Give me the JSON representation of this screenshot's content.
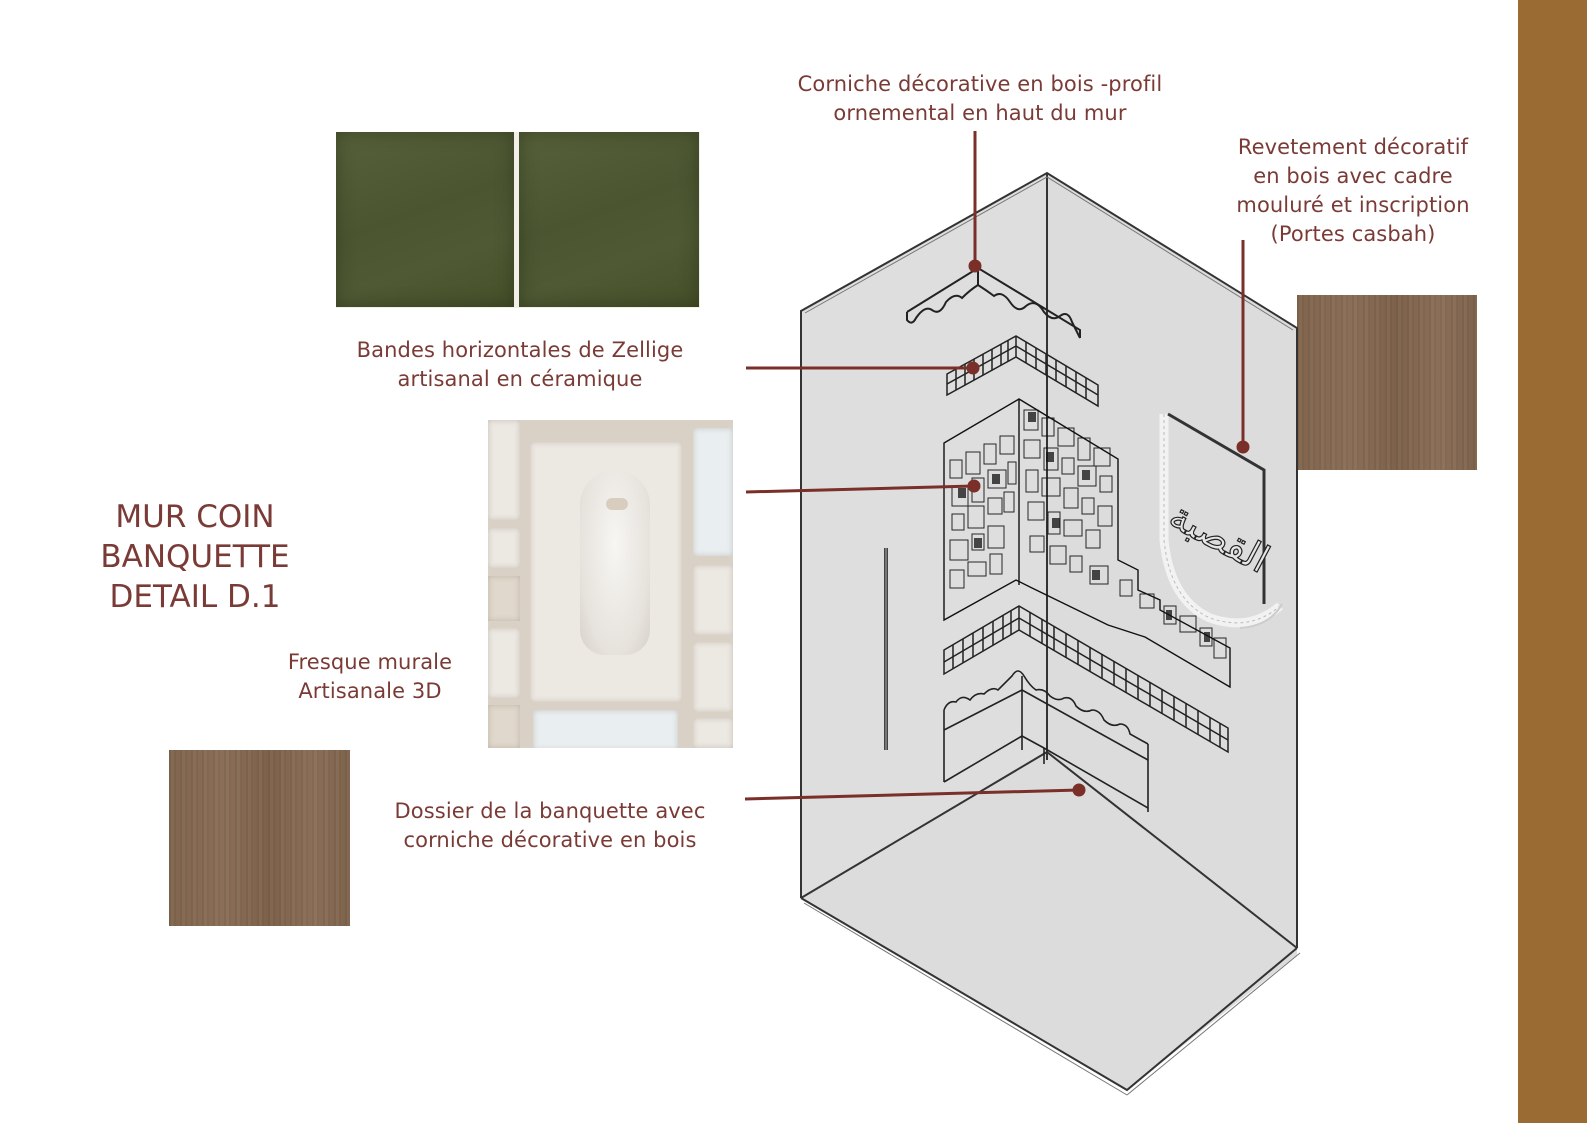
{
  "title": "MUR COIN\nBANQUETTE\nDETAIL D.1",
  "colors": {
    "text": "#7a3b36",
    "leader_line": "#7a2f28",
    "side_band": "#9a6b33",
    "wall_fill": "#dcdcdc",
    "wood": "#85694f",
    "zellige_green": "#4f5a33"
  },
  "labels": {
    "corniche_top": "Corniche décorative en bois -profil\nornemental en haut du mur",
    "revetement": "Revetement   décoratif\nen bois avec cadre\nmouluré et  inscription\n(Portes casbah)",
    "zellige": "Bandes horizontales de Zellige\nartisanal en céramique",
    "fresque": "Fresque murale\nArtisanale 3D",
    "dossier": "Dossier de la banquette avec\ncorniche décorative en bois"
  },
  "swatches": {
    "zellige_tiles": "green-zellige-tile-sample",
    "wood_right": "wood-panel-sample",
    "fresco_photo": "ceramic-3d-fresco-photo",
    "wood_left": "wood-panel-sample"
  },
  "inscription": "القصبة"
}
